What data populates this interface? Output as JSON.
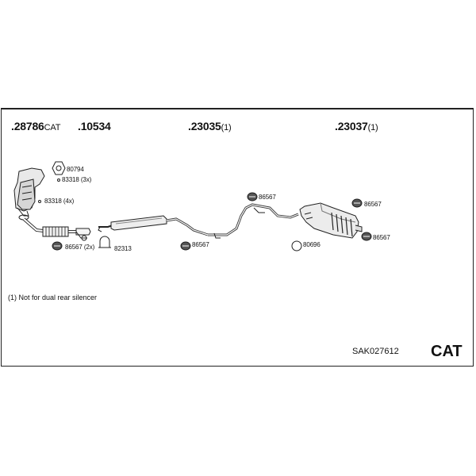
{
  "parts": {
    "p1": {
      "number": ".28786",
      "suffix": "CAT"
    },
    "p2": {
      "number": ".10534",
      "suffix": ""
    },
    "p3": {
      "number": ".23035",
      "suffix": "(1)"
    },
    "p4": {
      "number": ".23037",
      "suffix": "(1)"
    }
  },
  "callouts": {
    "c80794": "80794",
    "c83318_3x": "83318 (3x)",
    "c83318_4x": "83318 (4x)",
    "c86567_2x": "86567 (2x)",
    "c82313": "82313",
    "c86567_mid": "86567",
    "c86567_pipe": "86567",
    "c86567_rear_top": "86567",
    "c80696": "80696",
    "c86567_rear_bottom": "86567"
  },
  "footnote": "(1) Not for dual rear silencer",
  "set_code": "SAK027612",
  "category": "CAT"
}
